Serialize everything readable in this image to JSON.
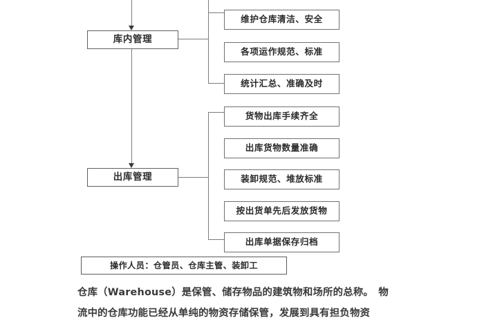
{
  "document": {
    "type": "warehouse-management-flowchart",
    "language": "zh-CN"
  },
  "flowchart": {
    "stages": [
      {
        "id": "in-warehouse-management",
        "label": "库内管理",
        "details": [
          {
            "id": "detail-cleanliness-safety",
            "label": "维护仓库清洁、安全"
          },
          {
            "id": "detail-operation-standards",
            "label": "各项运作规范、标准"
          },
          {
            "id": "detail-statistics-accuracy",
            "label": "统计汇总、准确及时"
          }
        ]
      },
      {
        "id": "outbound-management",
        "label": "出库管理",
        "details": [
          {
            "id": "detail-outbound-procedures",
            "label": "货物出库手续齐全"
          },
          {
            "id": "detail-outbound-quantity",
            "label": "出库货物数量准确"
          },
          {
            "id": "detail-loading-stacking",
            "label": "装卸规范、堆放标准"
          },
          {
            "id": "detail-dispatch-order",
            "label": "按出货单先后发放货物"
          },
          {
            "id": "detail-document-archive",
            "label": "出库单据保存归档"
          }
        ]
      }
    ],
    "personnel": {
      "id": "operators",
      "label": "操作人员：仓管员、仓库主管、装卸工"
    },
    "colors": {
      "box_border": "#6e6e6e",
      "connector": "#7b7b7b",
      "text": "#2d2d2d",
      "background": "#ffffff"
    }
  },
  "body": {
    "line1": "仓库（Warehouse）是保管、储存物品的建筑物和场所的总称。　物",
    "line2": "流中的仓库功能已经从单纯的物资存储保管，发展到具有担负物资"
  }
}
